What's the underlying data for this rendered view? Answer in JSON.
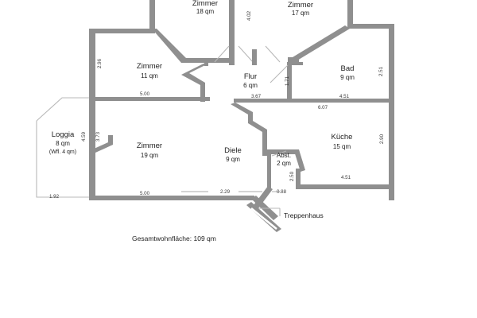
{
  "document": {
    "type": "floor-plan",
    "caption": "Gesamtwohnfläche:  109 qm",
    "stairwell_label": "Treppenhaus"
  },
  "colors": {
    "wall": "#8f8f8f",
    "wall_edge": "#6f6f6f",
    "thin_line": "#b5b5b5",
    "background": "#ffffff",
    "text": "#222222"
  },
  "rooms": [
    {
      "id": "zimmer-top-middle",
      "name": "Zimmer",
      "area": "18 qm"
    },
    {
      "id": "zimmer-top-right",
      "name": "Zimmer",
      "area": "17 qm"
    },
    {
      "id": "zimmer-11",
      "name": "Zimmer",
      "area": "11 qm"
    },
    {
      "id": "zimmer-19",
      "name": "Zimmer",
      "area": "19 qm"
    },
    {
      "id": "flur",
      "name": "Flur",
      "area": "6 qm"
    },
    {
      "id": "bad",
      "name": "Bad",
      "area": "9 qm"
    },
    {
      "id": "kueche",
      "name": "Küche",
      "area": "15 qm"
    },
    {
      "id": "diele",
      "name": "Diele",
      "area": "9 qm"
    },
    {
      "id": "abstellraum",
      "name": "Abst.",
      "area": "2 qm"
    },
    {
      "id": "loggia",
      "name": "Loggia",
      "area": "8 qm",
      "note": "(Wfl. 4 qm)"
    }
  ],
  "dimensions": {
    "zimmer11_height": "2.96",
    "zimmer11_width": "5.00",
    "flur_height": "4.02",
    "flur_width": "3.67",
    "bad_height": "2.51",
    "bad_width": "4.51",
    "bad_inner": "1.71",
    "kueche_top": "6.07",
    "kueche_height": "2.90",
    "kueche_width": "4.51",
    "loggia_height": "4.59",
    "loggia_width": "1.92",
    "zimmer19_left": "3.73",
    "zimmer19_width": "5.00",
    "diele_width": "2.29",
    "abst_width": "0.88",
    "abst_height": "2.50"
  }
}
